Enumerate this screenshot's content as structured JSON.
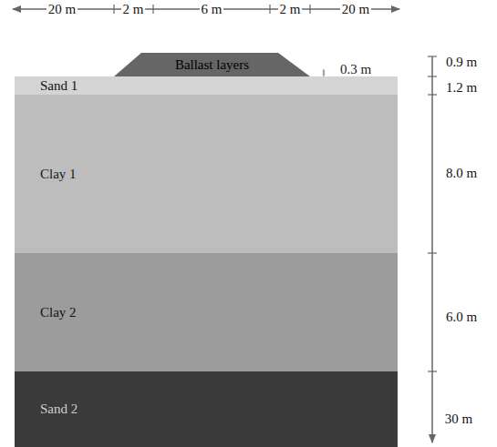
{
  "diagram": {
    "nodes": [
      {
        "text": [
          "Ballast layers"
        ]
      },
      {
        "text": [
          "Sand 1"
        ]
      },
      {
        "text": [
          "Clay 1"
        ]
      },
      {
        "text": [
          "Clay 2"
        ]
      },
      {
        "text": [
          "Sand 2"
        ]
      }
    ],
    "labels": [
      "20 m",
      "2 m",
      "6 m",
      "2 m",
      "20 m",
      "0.9 m",
      "0.3 m",
      "1.2 m",
      "8.0 m",
      "6.0 m",
      "30 m"
    ]
  }
}
